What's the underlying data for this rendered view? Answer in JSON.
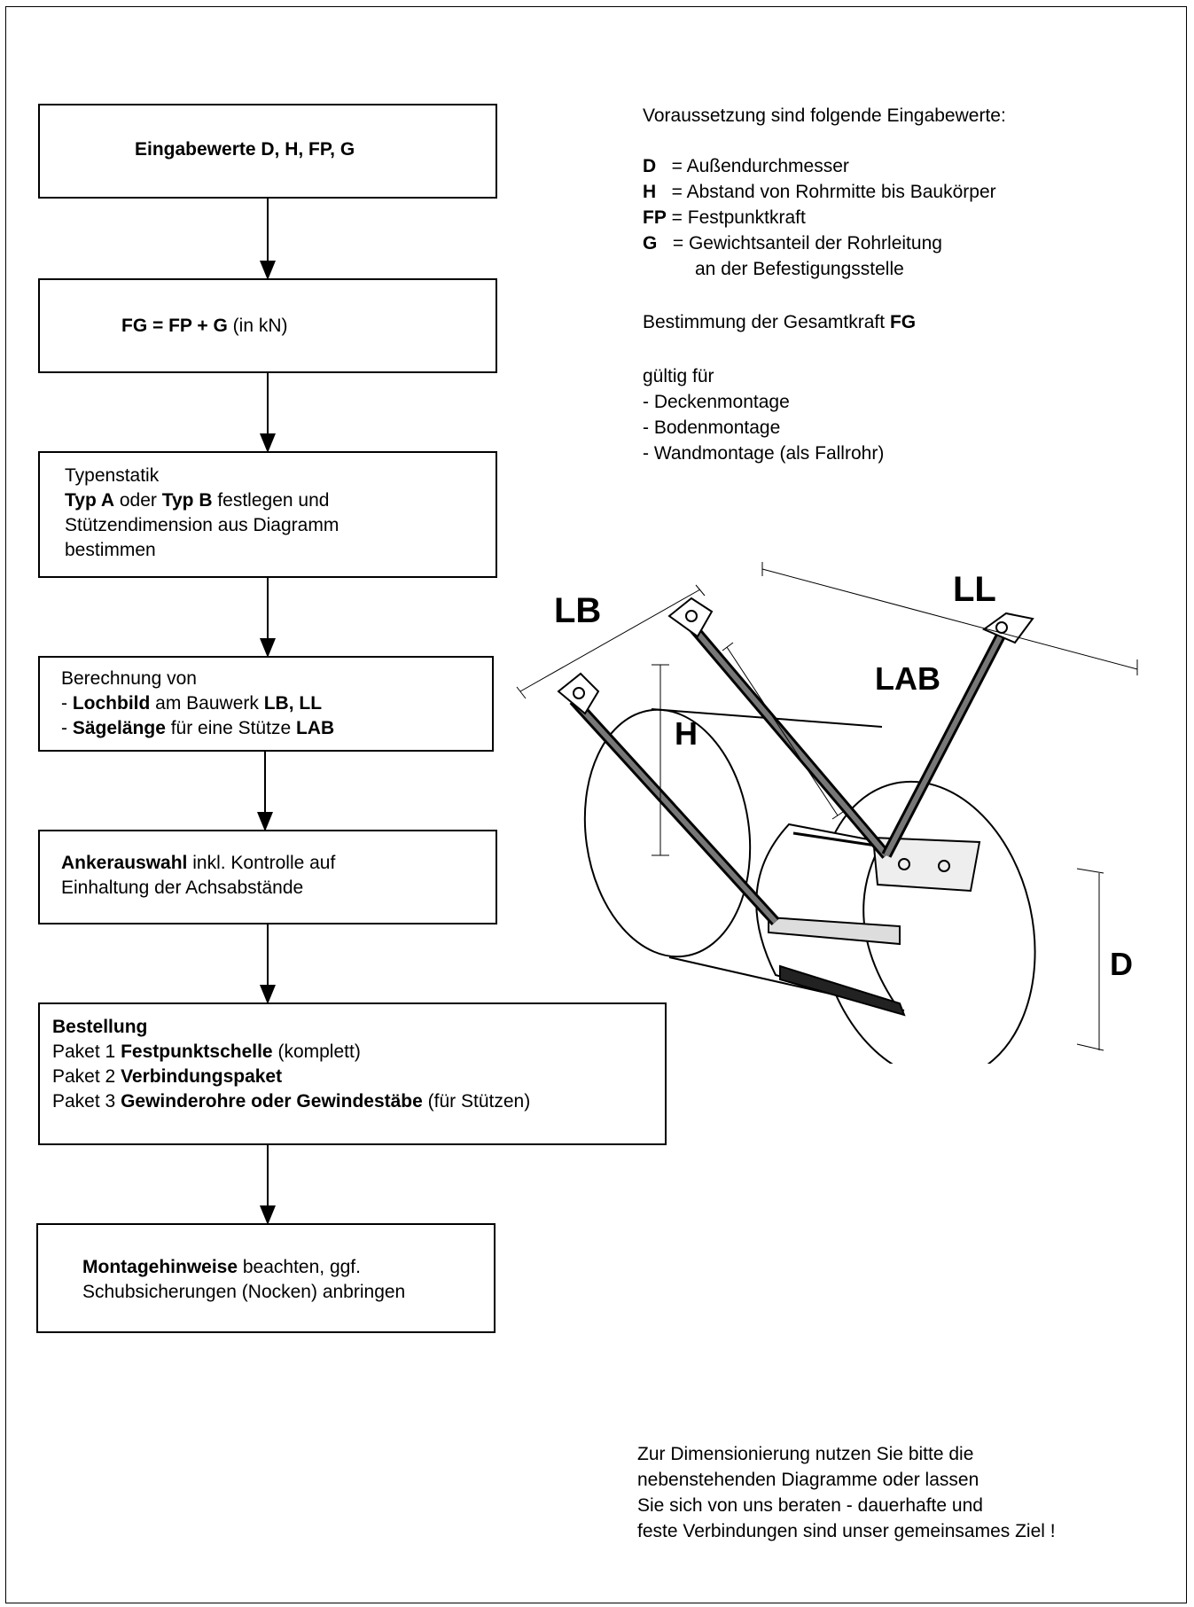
{
  "flow": {
    "step1": {
      "label": "Eingabewerte  D,  H,  FP,  G"
    },
    "step2": {
      "a": "FG = FP + G",
      "b": "  (in kN)"
    },
    "step3": {
      "l1": "Typenstatik",
      "l2a": "Typ A",
      "l2b": "  oder  ",
      "l2c": "Typ B",
      "l2d": "  festlegen und",
      "l3": "Stützendimension aus Diagramm",
      "l4": "bestimmen"
    },
    "step4": {
      "l1": "Berechnung von",
      "l2a": "- ",
      "l2b": "Lochbild",
      "l2c": " am Bauwerk ",
      "l2d": "LB,  LL",
      "l3a": "- ",
      "l3b": "Sägelänge",
      "l3c": " für eine Stütze  ",
      "l3d": "LAB"
    },
    "step5": {
      "l1a": "Ankerauswahl",
      "l1b": " inkl. Kontrolle auf",
      "l2": "Einhaltung der Achsabstände"
    },
    "step6": {
      "l1": "Bestellung",
      "p1a": "Paket 1  ",
      "p1b": "Festpunktschelle",
      "p1c": " (komplett)",
      "p2a": "Paket 2  ",
      "p2b": "Verbindungspaket",
      "p3a": "Paket 3  ",
      "p3b": "Gewinderohre oder Gewindestäbe",
      "p3c": " (für Stützen)"
    },
    "step7": {
      "l1a": "Montagehinweise",
      "l1b": " beachten, ggf.",
      "l2": "Schubsicherungen (Nocken) anbringen"
    }
  },
  "info": {
    "intro": "Voraussetzung sind folgende Eingabewerte:",
    "defs": [
      {
        "sym": "D",
        "text": "   = Außendurchmesser"
      },
      {
        "sym": "H",
        "text": "   = Abstand von Rohrmitte bis Baukörper"
      },
      {
        "sym": "FP",
        "text": " = Festpunktkraft"
      },
      {
        "sym": "G",
        "text": "   = Gewichtsanteil der Rohrleitung"
      }
    ],
    "defs_cont": "an der Befestigungsstelle",
    "fg_a": "Bestimmung der Gesamtkraft ",
    "fg_b": "FG",
    "valid_title": "gültig für",
    "valid": [
      "- Deckenmontage",
      "- Bodenmontage",
      "- Wandmontage (als Fallrohr)"
    ]
  },
  "illustration": {
    "labels": {
      "lb": "LB",
      "ll": "LL",
      "lab": "LAB",
      "h": "H",
      "d": "D"
    }
  },
  "footer": [
    "Zur Dimensionierung nutzen Sie bitte die",
    "nebenstehenden Diagramme oder lassen",
    "Sie sich von uns beraten - dauerhafte und",
    "feste Verbindungen sind unser gemeinsames Ziel !"
  ]
}
